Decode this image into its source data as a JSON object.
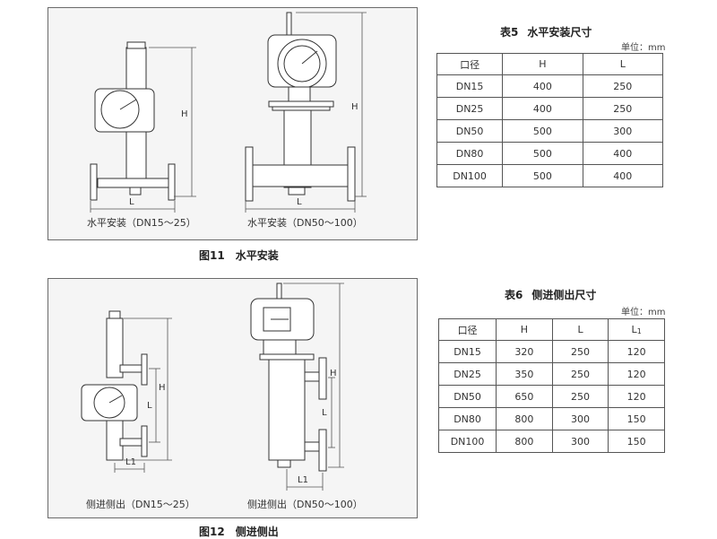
{
  "fig11": {
    "caption_num": "图11",
    "caption_text": "水平安装",
    "left_label": "水平安装（DN15～25）",
    "right_label": "水平安装（DN50～100）",
    "dim_h": "H",
    "dim_l": "L"
  },
  "fig12": {
    "caption_num": "图12",
    "caption_text": "侧进侧出",
    "left_label": "侧进侧出（DN15～25）",
    "right_label": "侧进侧出（DN50～100）",
    "dim_h": "H",
    "dim_l": "L",
    "dim_l1": "L1"
  },
  "table5": {
    "title_num": "表5",
    "title_text": "水平安装尺寸",
    "unit": "单位：mm",
    "headers": [
      "口径",
      "H",
      "L"
    ],
    "rows": [
      [
        "DN15",
        "400",
        "250"
      ],
      [
        "DN25",
        "400",
        "250"
      ],
      [
        "DN50",
        "500",
        "300"
      ],
      [
        "DN80",
        "500",
        "400"
      ],
      [
        "DN100",
        "500",
        "400"
      ]
    ]
  },
  "table6": {
    "title_num": "表6",
    "title_text": "侧进侧出尺寸",
    "unit": "单位：mm",
    "headers": [
      "口径",
      "H",
      "L",
      "L"
    ],
    "header_l1_sub": "1",
    "rows": [
      [
        "DN15",
        "320",
        "250",
        "120"
      ],
      [
        "DN25",
        "350",
        "250",
        "120"
      ],
      [
        "DN50",
        "650",
        "250",
        "120"
      ],
      [
        "DN80",
        "800",
        "300",
        "150"
      ],
      [
        "DN100",
        "800",
        "300",
        "150"
      ]
    ]
  }
}
